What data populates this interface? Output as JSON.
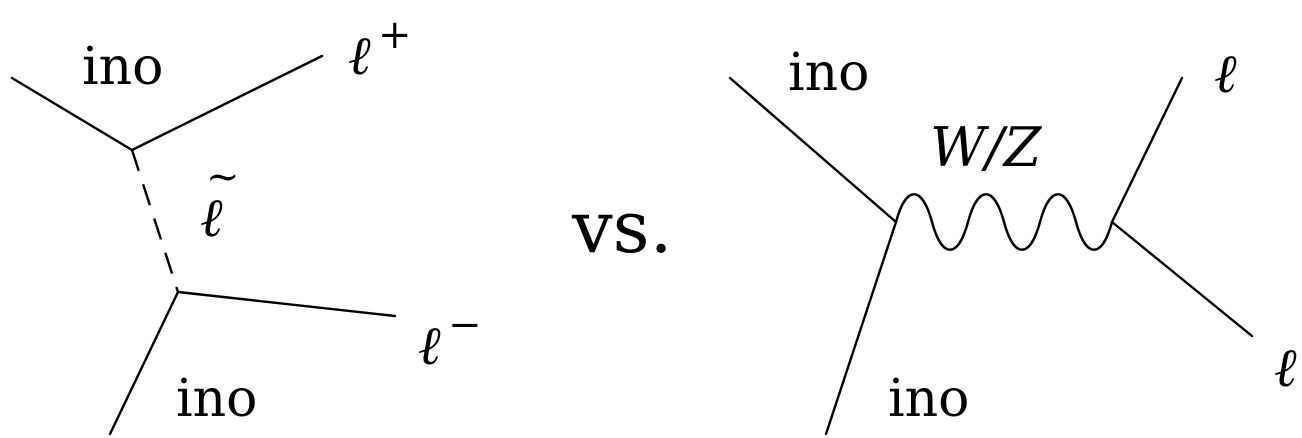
{
  "left_diagram": {
    "incoming_top_label": "ino",
    "incoming_bottom_label": "ino",
    "outgoing_top_label": "ℓ",
    "outgoing_top_charge": "+",
    "outgoing_bottom_label": "ℓ",
    "outgoing_bottom_charge": "−",
    "propagator_label": "ℓ",
    "propagator_accent": "~"
  },
  "separator_label": "vs.",
  "right_diagram": {
    "incoming_top_label": "ino",
    "incoming_bottom_label": "ino",
    "propagator_label": "W/Z",
    "outgoing_top_label": "ℓ",
    "outgoing_bottom_label": "ℓ"
  }
}
